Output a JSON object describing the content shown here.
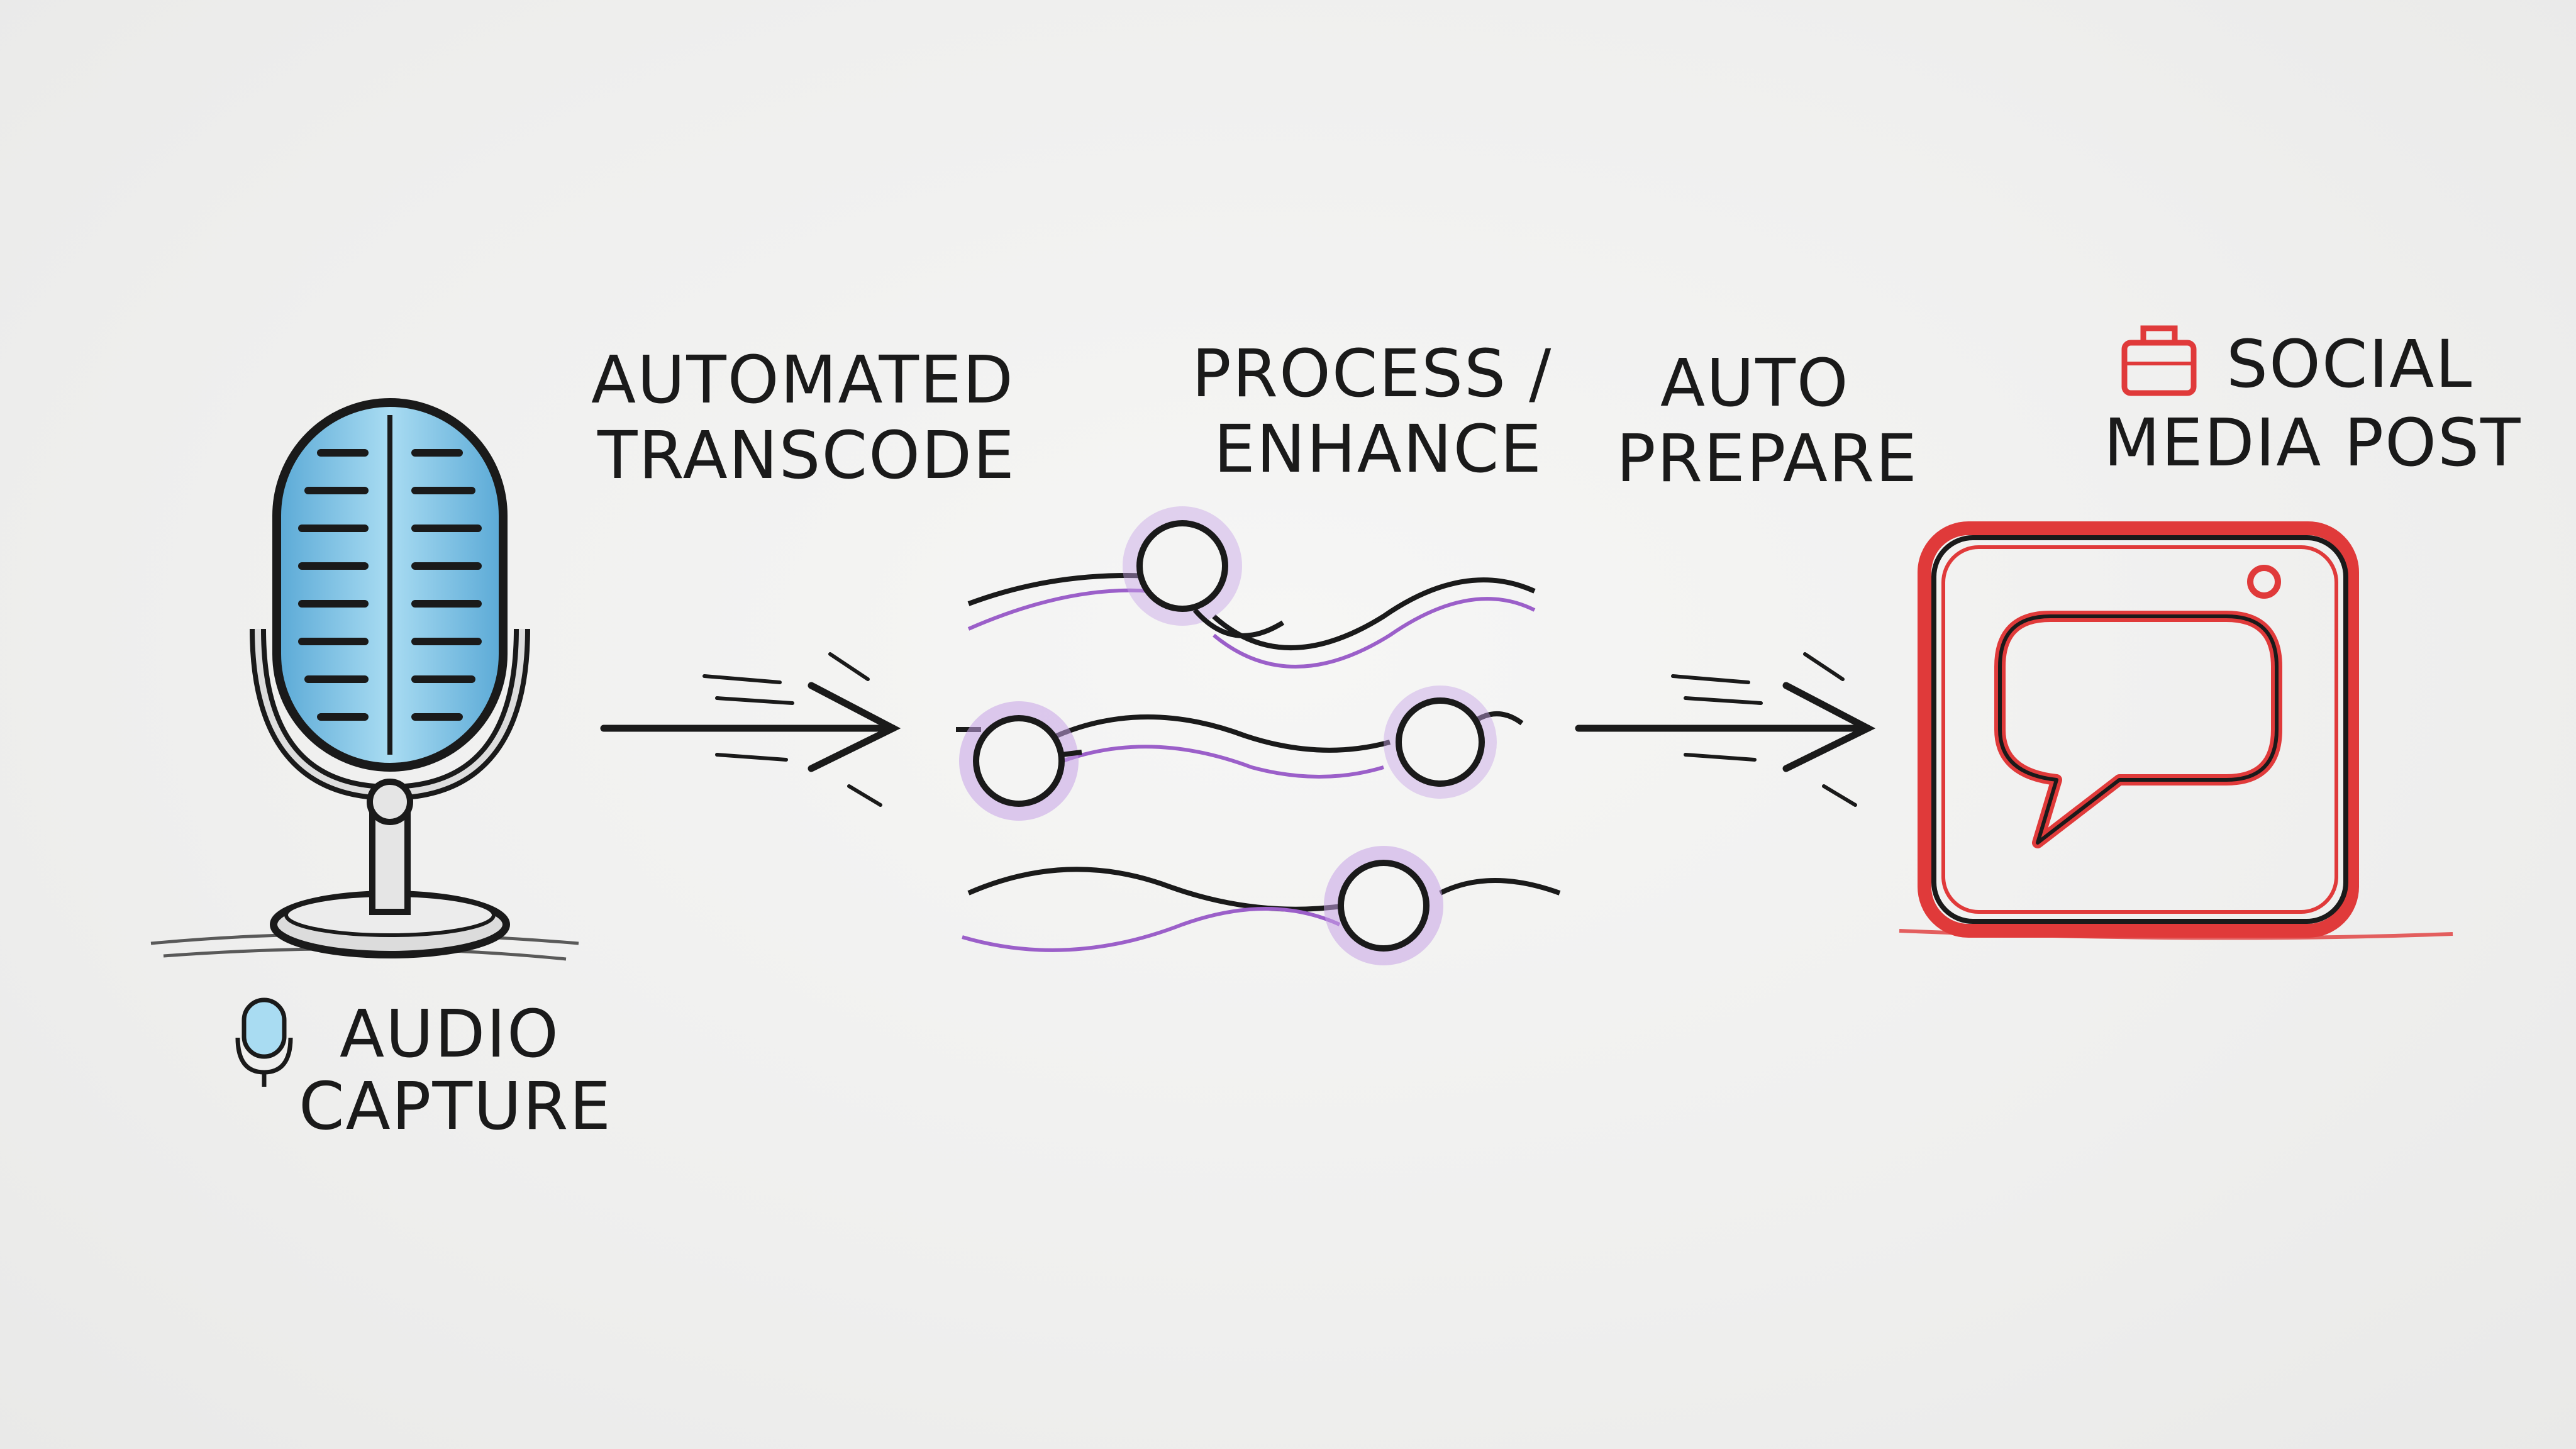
{
  "colors": {
    "background": "#f1f1f0",
    "ink": "#1a1a1a",
    "mic_accent": "#7cc3e6",
    "process_accent": "#9b5fc9",
    "social_accent": "#e03a3a"
  },
  "steps": [
    {
      "lines": [
        "AUDIO",
        "CAPTURE"
      ],
      "icon": "microphone-icon"
    },
    {
      "lines": [
        "AUTOMATED",
        "TRANSCODE"
      ],
      "icon": "arrow-icon"
    },
    {
      "lines": [
        "PROCESS /",
        "ENHANCE"
      ],
      "icon": "nodes-waves-icon"
    },
    {
      "lines": [
        "AUTO",
        "PREPARE"
      ],
      "icon": "arrow-icon"
    },
    {
      "lines": [
        "SOCIAL",
        "MEDIA POST"
      ],
      "icon": "social-chat-icon"
    }
  ]
}
